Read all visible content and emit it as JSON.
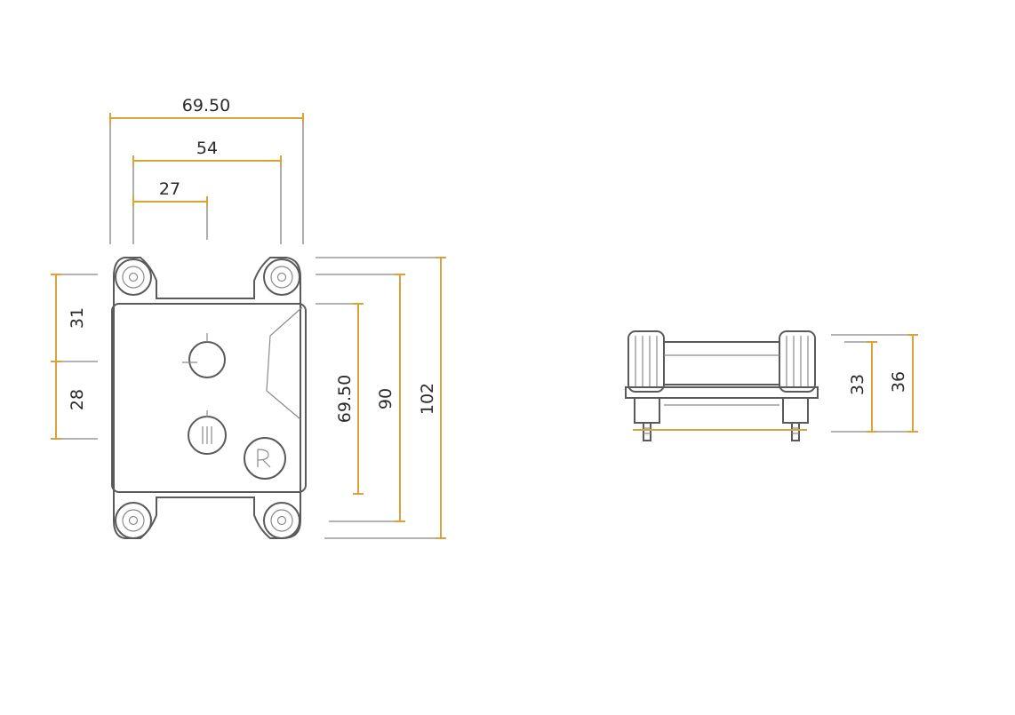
{
  "colors": {
    "dimension_line": "#d9a23c",
    "outline": "#5a5a5a",
    "background": "#ffffff"
  },
  "top_view": {
    "widths": {
      "overall": "69.50",
      "mounting": "54",
      "half": "27"
    },
    "heights_left": {
      "upper": "31",
      "lower": "28"
    },
    "heights_right": {
      "body": "69.50",
      "mounting": "90",
      "overall": "102"
    }
  },
  "side_view": {
    "heights": {
      "body": "33",
      "overall": "36"
    }
  }
}
